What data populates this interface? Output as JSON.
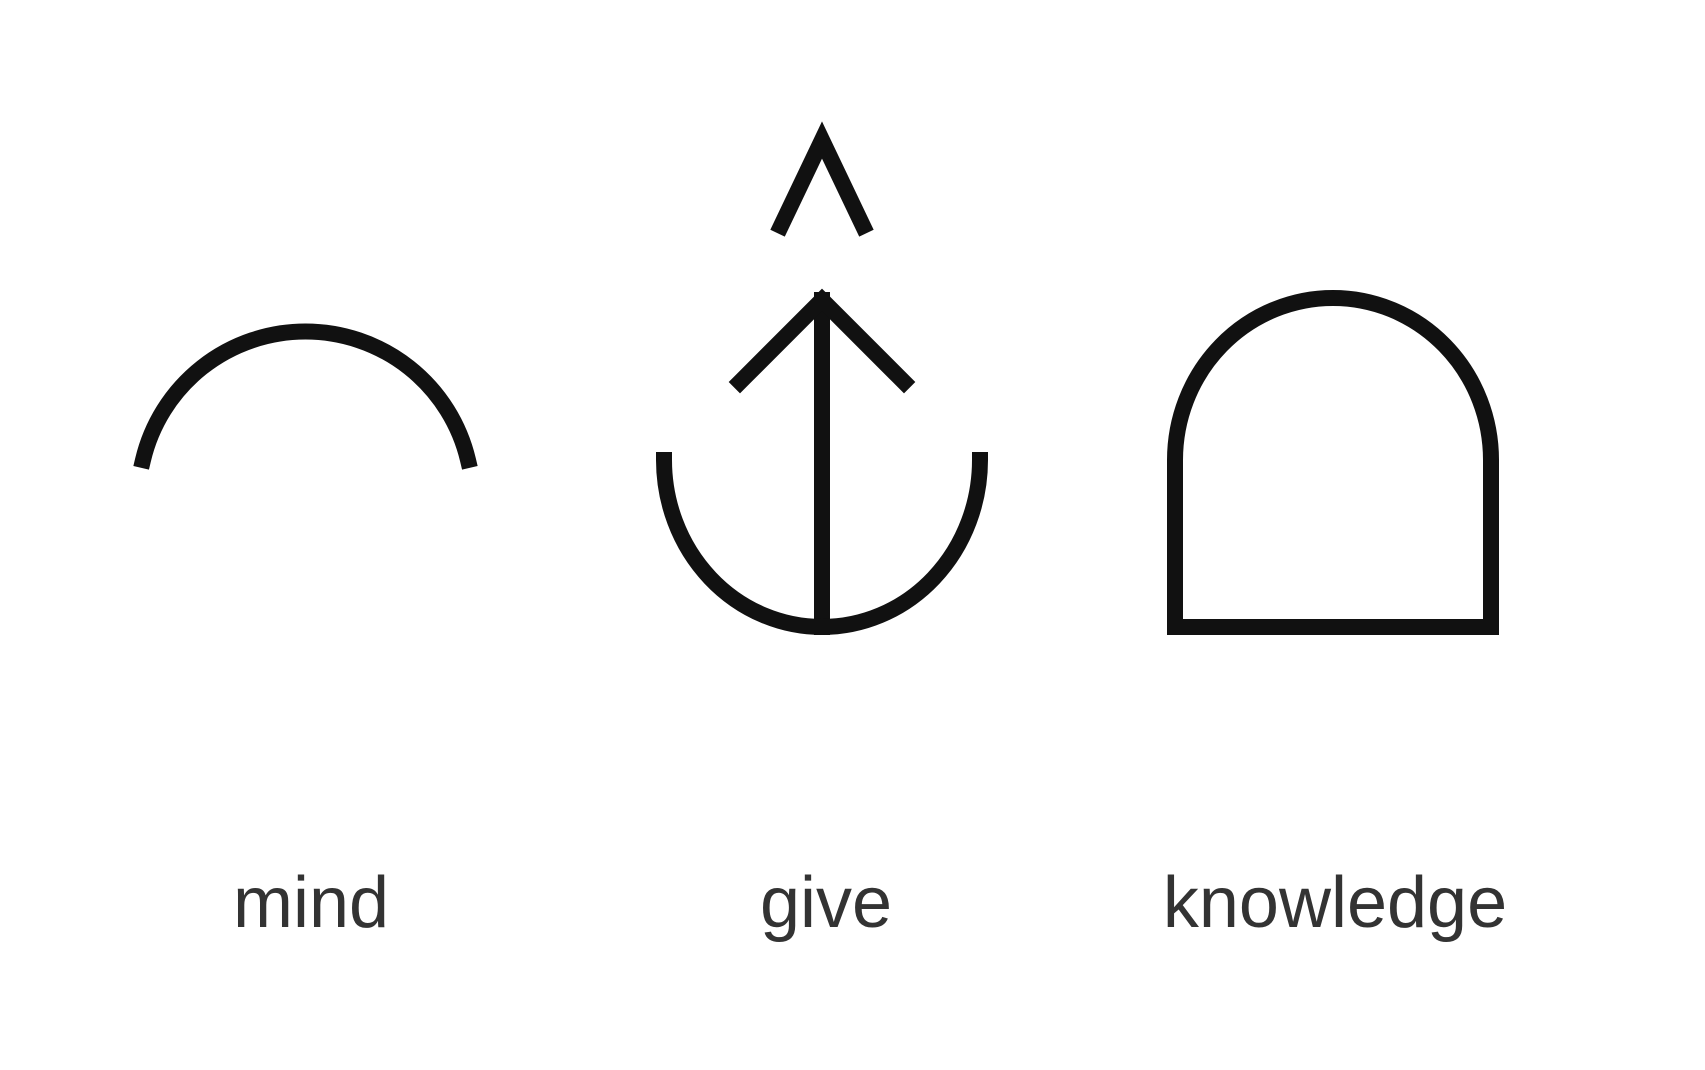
{
  "colors": {
    "stroke": "#111111",
    "label_text": "#333333",
    "background": "#ffffff"
  },
  "symbols": [
    {
      "icon": "open-arc-icon",
      "label": "mind"
    },
    {
      "icon": "anchor-with-caret-icon",
      "label": "give"
    },
    {
      "icon": "dome-box-icon",
      "label": "knowledge"
    }
  ]
}
